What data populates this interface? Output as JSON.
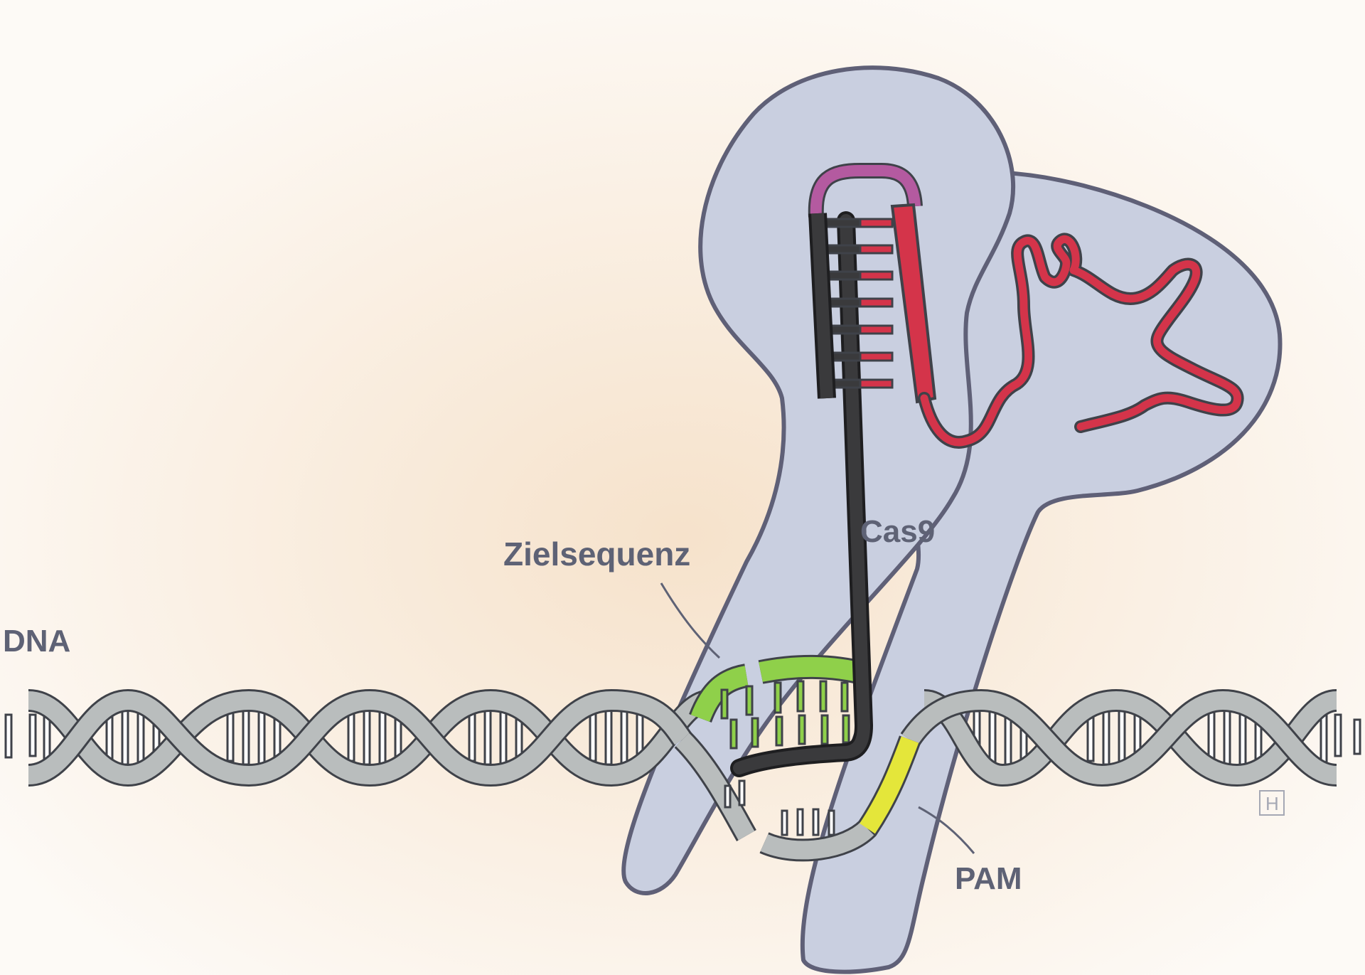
{
  "labels": {
    "dna": "DNA",
    "target_sequence": "Zielsequenz",
    "cas9": "Cas9",
    "pam": "PAM",
    "artist_mark": "H"
  },
  "colors": {
    "background_center": "#f7e6d2",
    "background_edge": "#fdfaf6",
    "protein_fill": "#c9cfe0",
    "protein_outline": "#5f6077",
    "dna_strand": "#b9bdbd",
    "dna_outline": "#3f4249",
    "guide_rna": "#3a3a3c",
    "tracr_rna": "#d4344a",
    "tracr_loop": "#b45aa0",
    "target_highlight": "#8fd04a",
    "pam_highlight": "#e4e63a",
    "label_text": "#5e6275"
  },
  "icons": {
    "protein": "cas9-protein-shape",
    "dna": "double-helix",
    "rna": "guide-rna-hairpin"
  }
}
